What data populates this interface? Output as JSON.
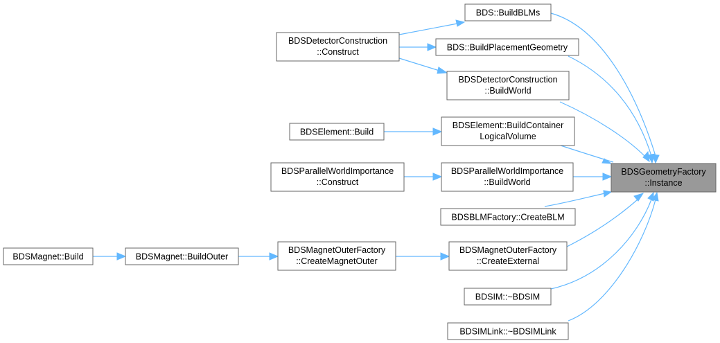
{
  "colors": {
    "edge": "#63b8ff",
    "node_border": "#666666",
    "node_fill": "#ffffff",
    "target_fill": "#999999"
  },
  "nodes": {
    "target": [
      "BDSGeometryFactory",
      "::Instance"
    ],
    "build_blms": [
      "BDS::BuildBLMs"
    ],
    "build_placement": [
      "BDS::BuildPlacementGeometry"
    ],
    "detector_buildworld": [
      "BDSDetectorConstruction",
      "::BuildWorld"
    ],
    "detector_construct": [
      "BDSDetectorConstruction",
      "::Construct"
    ],
    "element_buildcontainer": [
      "BDSElement::BuildContainer",
      "LogicalVolume"
    ],
    "element_build": [
      "BDSElement::Build"
    ],
    "pwi_buildworld": [
      "BDSParallelWorldImportance",
      "::BuildWorld"
    ],
    "pwi_construct": [
      "BDSParallelWorldImportance",
      "::Construct"
    ],
    "blm_createblm": [
      "BDSBLMFactory::CreateBLM"
    ],
    "mof_createexternal": [
      "BDSMagnetOuterFactory",
      "::CreateExternal"
    ],
    "mof_createmagnetouter": [
      "BDSMagnetOuterFactory",
      "::CreateMagnetOuter"
    ],
    "magnet_buildouter": [
      "BDSMagnet::BuildOuter"
    ],
    "magnet_build": [
      "BDSMagnet::Build"
    ],
    "bdsim_destructor": [
      "BDSIM::~BDSIM"
    ],
    "bdsimlink_destructor": [
      "BDSIMLink::~BDSIMLink"
    ]
  }
}
